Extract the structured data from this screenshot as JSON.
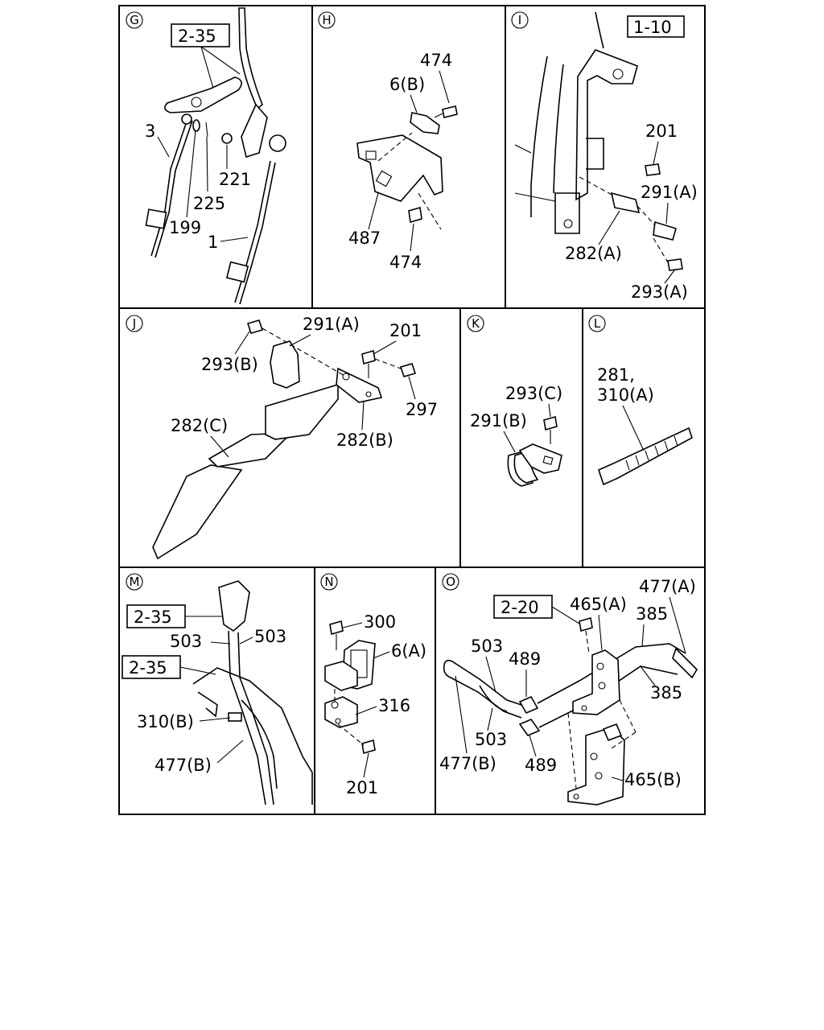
{
  "panels": {
    "G": {
      "id": "G",
      "labels": {
        "ref": "2-35",
        "p3": "3",
        "p199": "199",
        "p225": "225",
        "p221": "221",
        "p1": "1"
      }
    },
    "H": {
      "id": "H",
      "labels": {
        "p474a": "474",
        "p6b": "6(B)",
        "p487": "487",
        "p474b": "474"
      }
    },
    "I": {
      "id": "I",
      "labels": {
        "ref": "1-10",
        "p201": "201",
        "p291a": "291(A)",
        "p282a": "282(A)",
        "p293a": "293(A)"
      }
    },
    "J": {
      "id": "J",
      "labels": {
        "p291a": "291(A)",
        "p201": "201",
        "p293b": "293(B)",
        "p297": "297",
        "p282c": "282(C)",
        "p282b": "282(B)"
      }
    },
    "K": {
      "id": "K",
      "labels": {
        "p293c": "293(C)",
        "p291b": "291(B)"
      }
    },
    "L": {
      "id": "L",
      "labels": {
        "p281": "281,",
        "p310a": "310(A)"
      }
    },
    "M": {
      "id": "M",
      "labels": {
        "ref1": "2-35",
        "p503a": "503",
        "p503b": "503",
        "ref2": "2-35",
        "p310b": "310(B)",
        "p477b": "477(B)"
      }
    },
    "N": {
      "id": "N",
      "labels": {
        "p300": "300",
        "p6a": "6(A)",
        "p316": "316",
        "p201": "201"
      }
    },
    "O": {
      "id": "O",
      "labels": {
        "ref": "2-20",
        "p465a": "465(A)",
        "p477a": "477(A)",
        "p385a": "385",
        "p503a": "503",
        "p489a": "489",
        "p385b": "385",
        "p503b": "503",
        "p477b": "477(B)",
        "p489b": "489",
        "p465b": "465(B)"
      }
    }
  }
}
